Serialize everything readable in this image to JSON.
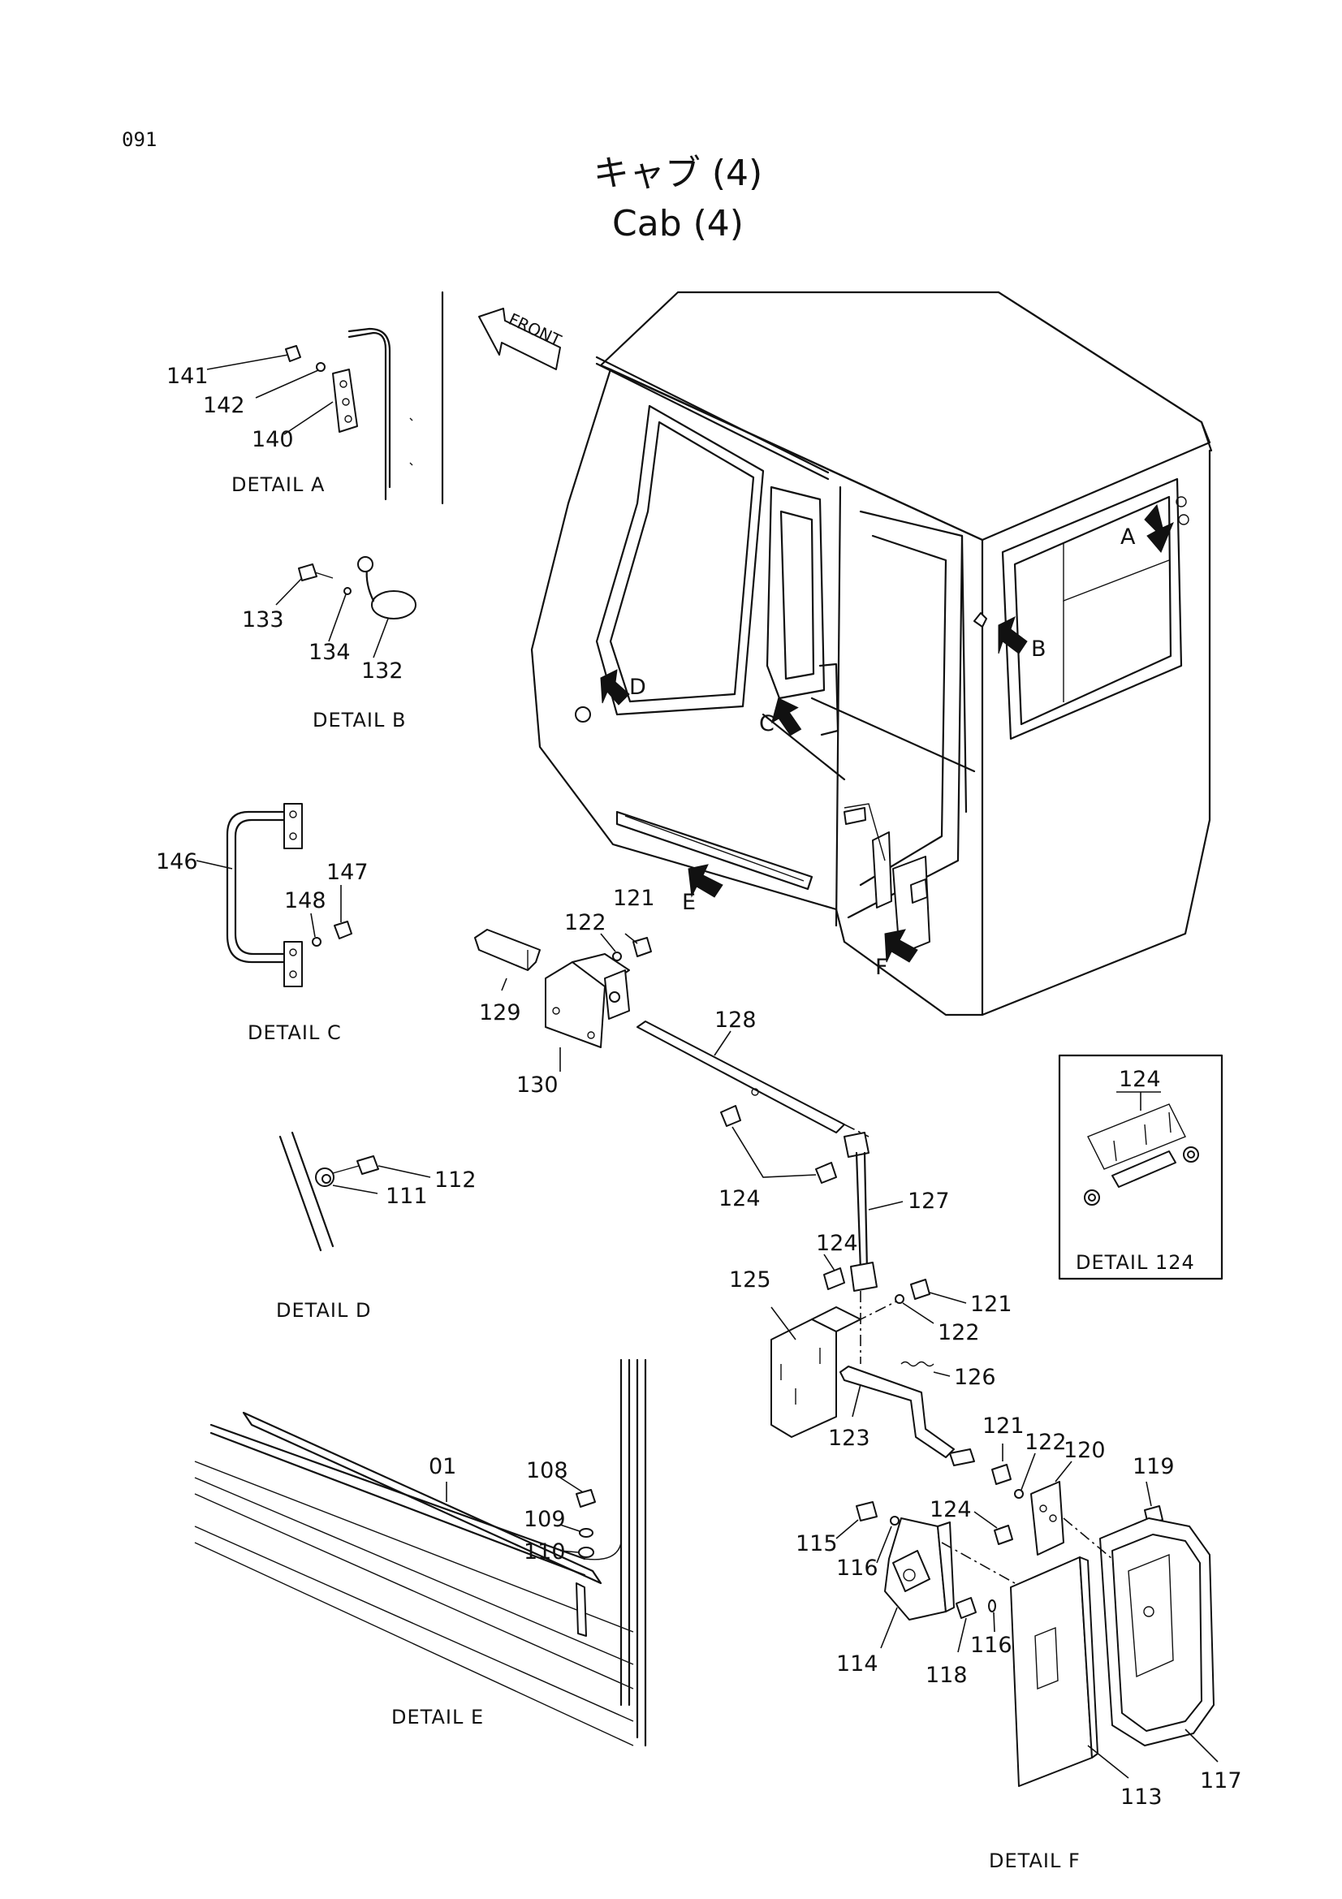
{
  "page_number": "091",
  "title_jp": "キャブ (4)",
  "title_en": "Cab (4)",
  "front_label": "FRONT",
  "details": {
    "a": "DETAIL  A",
    "b": "DETAIL  B",
    "c": "DETAIL  C",
    "d": "DETAIL  D",
    "e": "DETAIL  E",
    "f": "DETAIL  F",
    "p124": "DETAIL  124"
  },
  "arrows": {
    "a": "A",
    "b": "B",
    "c": "C",
    "d": "D",
    "e": "E",
    "f": "F"
  },
  "parts": {
    "p141": "141",
    "p142": "142",
    "p140": "140",
    "p133": "133",
    "p134": "134",
    "p132": "132",
    "p146": "146",
    "p147": "147",
    "p148": "148",
    "p112": "112",
    "p111": "111",
    "p01": "01",
    "p108": "108",
    "p109": "109",
    "p110": "110",
    "p122a": "122",
    "p121a": "121",
    "p129": "129",
    "p130": "130",
    "p128": "128",
    "p124a": "124",
    "p127": "127",
    "p124b": "124",
    "p125": "125",
    "p121b": "121",
    "p122b": "122",
    "p126": "126",
    "p123": "123",
    "p121c": "121",
    "p122c": "122",
    "p120": "120",
    "p119": "119",
    "p124c": "124",
    "p115": "115",
    "p116a": "116",
    "p114": "114",
    "p118": "118",
    "p116b": "116",
    "p117": "117",
    "p113": "113",
    "p124d": "124"
  }
}
